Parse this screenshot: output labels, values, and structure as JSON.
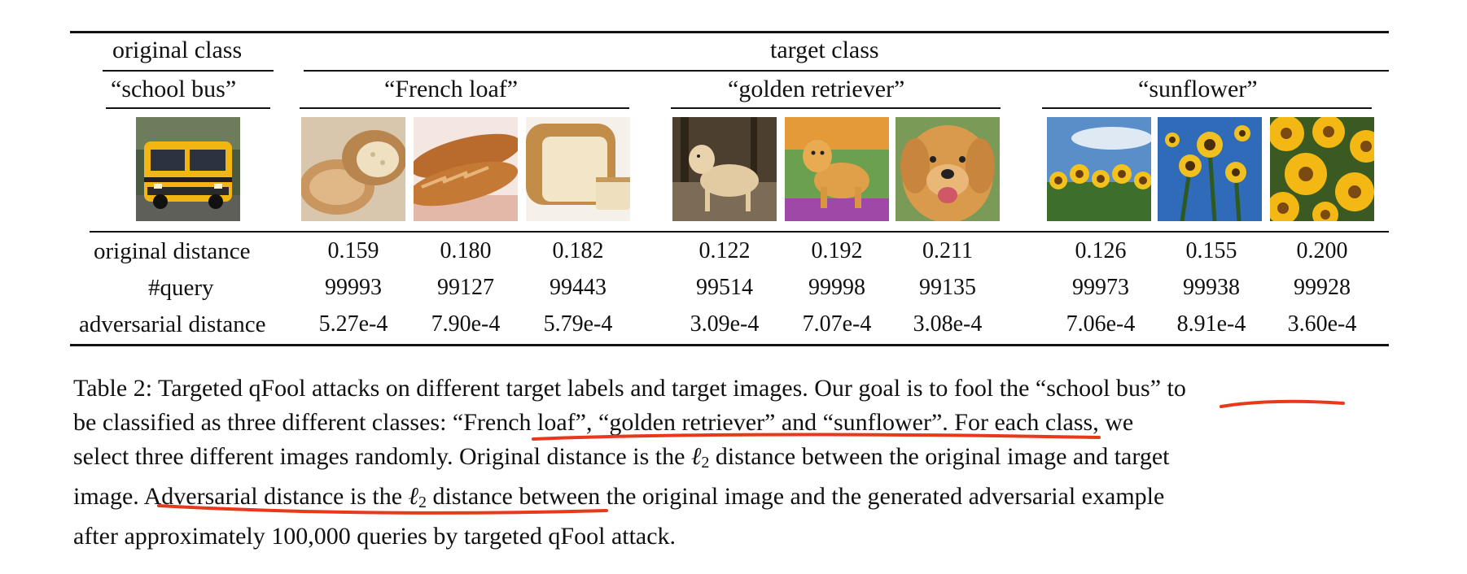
{
  "table": {
    "original_header": "original class",
    "target_header": "target class",
    "original_label": "“school bus”",
    "groups": [
      {
        "label": "“French loaf”"
      },
      {
        "label": "“golden retriever”"
      },
      {
        "label": "“sunflower”"
      }
    ],
    "row_labels": {
      "orig_dist": "original distance",
      "query": "#query",
      "adv_dist": "adversarial distance"
    },
    "orig_dist": [
      "0.159",
      "0.180",
      "0.182",
      "0.122",
      "0.192",
      "0.211",
      "0.126",
      "0.155",
      "0.200"
    ],
    "query": [
      "99993",
      "99127",
      "99443",
      "99514",
      "99998",
      "99135",
      "99973",
      "99938",
      "99928"
    ],
    "adv_dist": [
      "5.27e-4",
      "7.90e-4",
      "5.79e-4",
      "3.09e-4",
      "7.07e-4",
      "3.08e-4",
      "7.06e-4",
      "8.91e-4",
      "3.60e-4"
    ]
  },
  "caption": {
    "l1a": "Table 2: Targeted qFool attacks on different target labels and target images. Our goal is to fool the “school bus” to",
    "l2a": "be classified as three different classes: “French loaf”, “golden retriever” and “sunflower”. For each class, we",
    "l3a": "select three different images randomly. Original distance is the ",
    "l3sym": "ℓ",
    "l3sub": "2",
    "l3b": " distance between the original image and target",
    "l4a": "image. Adversarial distance is the ",
    "l4sym": "ℓ",
    "l4sub": "2",
    "l4b": " distance between the original image and the generated adversarial example",
    "l5a": "after approximately 100,000 queries by targeted qFool attack."
  },
  "annotation_color": "#e8391d"
}
